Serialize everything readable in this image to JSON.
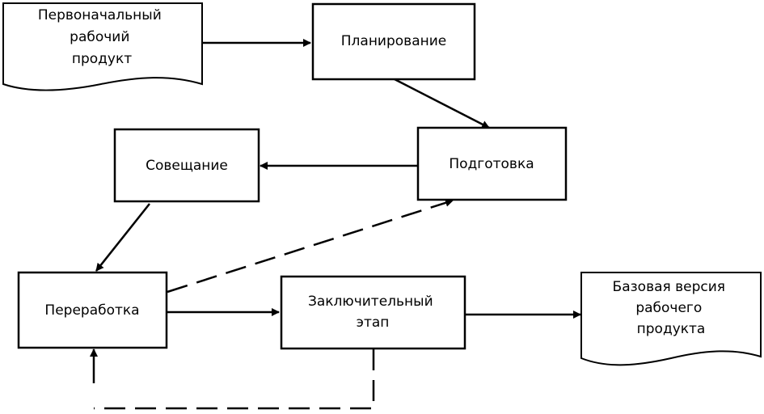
{
  "nodes": {
    "initial_product": {
      "label": [
        "Первоначальный",
        "рабочий",
        "продукт"
      ]
    },
    "planning": {
      "label": [
        "Планирование"
      ]
    },
    "preparation": {
      "label": [
        "Подготовка"
      ]
    },
    "meeting": {
      "label": [
        "Совещание"
      ]
    },
    "rework": {
      "label": [
        "Переработка"
      ]
    },
    "final_stage": {
      "label": [
        "Заключительный",
        "этап"
      ]
    },
    "baseline_product": {
      "label": [
        "Базовая версия",
        "рабочего",
        "продукта"
      ]
    }
  },
  "edges": [
    {
      "from": "initial_product",
      "to": "planning",
      "style": "solid"
    },
    {
      "from": "planning",
      "to": "preparation",
      "style": "solid"
    },
    {
      "from": "preparation",
      "to": "meeting",
      "style": "solid"
    },
    {
      "from": "meeting",
      "to": "rework",
      "style": "solid"
    },
    {
      "from": "rework",
      "to": "final_stage",
      "style": "solid"
    },
    {
      "from": "final_stage",
      "to": "baseline_product",
      "style": "solid"
    },
    {
      "from": "rework",
      "to": "preparation",
      "style": "dashed"
    },
    {
      "from": "final_stage",
      "to": "rework",
      "style": "dashed"
    }
  ]
}
